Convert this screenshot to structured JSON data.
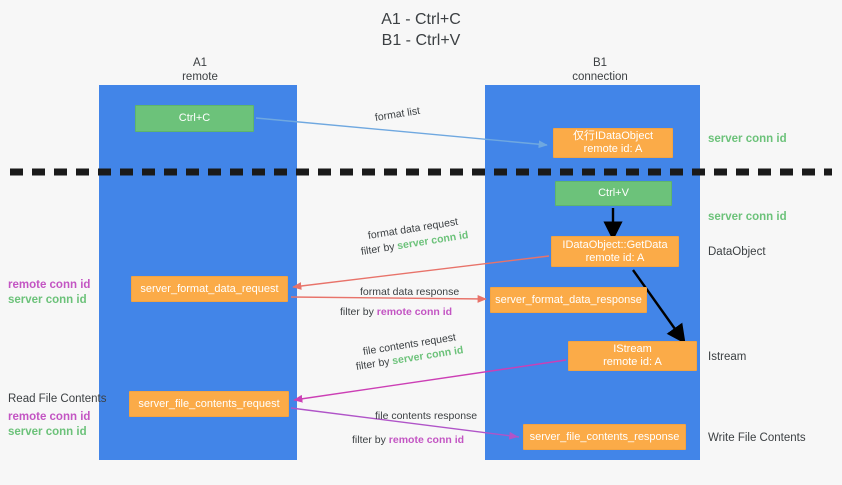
{
  "title": {
    "line1": "A1 - Ctrl+C",
    "line2": "B1 - Ctrl+V"
  },
  "columns": {
    "a1": {
      "name": "A1",
      "subtitle": "remote"
    },
    "b1": {
      "name": "B1",
      "subtitle": "connection"
    }
  },
  "nodes": {
    "ctrl_c": {
      "line1": "Ctrl+C",
      "line2": "",
      "color": "#6cc27a"
    },
    "idataobject": {
      "line1": "仅行IDataObject",
      "line2": "remote id: A",
      "color": "#fbab48"
    },
    "ctrl_v": {
      "line1": "Ctrl+V",
      "line2": "",
      "color": "#6cc27a"
    },
    "getdata": {
      "line1": "IDataObject::GetData",
      "line2": "remote id: A",
      "color": "#fbab48"
    },
    "format_data_request": {
      "line1": "server_format_data_request",
      "line2": "",
      "color": "#fbab48"
    },
    "format_data_response": {
      "line1": "server_format_data_response",
      "line2": "",
      "color": "#fbab48"
    },
    "istream": {
      "line1": "IStream",
      "line2": "remote id: A",
      "color": "#fbab48"
    },
    "file_contents_request": {
      "line1": "server_file_contents_request",
      "line2": "",
      "color": "#fbab48"
    },
    "file_contents_response": {
      "line1": "server_file_contents_response",
      "line2": "",
      "color": "#fbab48"
    }
  },
  "arrow_labels": {
    "format_list": "format list",
    "format_data_request": "format data request",
    "format_data_request_filter_prefix": "filter by ",
    "format_data_request_filter_value": "server conn id",
    "format_data_response": "format data response",
    "format_data_response_filter_prefix": "filter by ",
    "format_data_response_filter_value": "remote conn id",
    "file_contents_request": "file contents request",
    "file_contents_request_filter_prefix": "filter by ",
    "file_contents_request_filter_value": "server conn id",
    "file_contents_response": "file contents response",
    "file_contents_response_filter_prefix": "filter by ",
    "file_contents_response_filter_value": "remote conn id"
  },
  "side_labels": {
    "server_conn_id_1": "server conn id",
    "server_conn_id_2": "server conn id",
    "dataobject": "DataObject",
    "istream": "Istream",
    "write_file_contents": "Write File Contents",
    "read_file_contents": "Read File Contents",
    "left_remote_conn_id_1": "remote conn id",
    "left_server_conn_id_1": "server conn id",
    "left_remote_conn_id_2": "remote conn id",
    "left_server_conn_id_2": "server conn id"
  },
  "colors": {
    "panel": "#4285e8",
    "green": "#6cc27a",
    "orange": "#fbab48",
    "server_conn": "#6cc27a",
    "remote_conn": "#c355c3",
    "arrow_blue": "#6fa8e0",
    "arrow_red": "#e8736a",
    "arrow_magenta": "#cc3fb5",
    "arrow_purple": "#b054c8",
    "arrow_black": "#000000",
    "divider": "#1a1a1a",
    "background": "#f7f7f7"
  }
}
